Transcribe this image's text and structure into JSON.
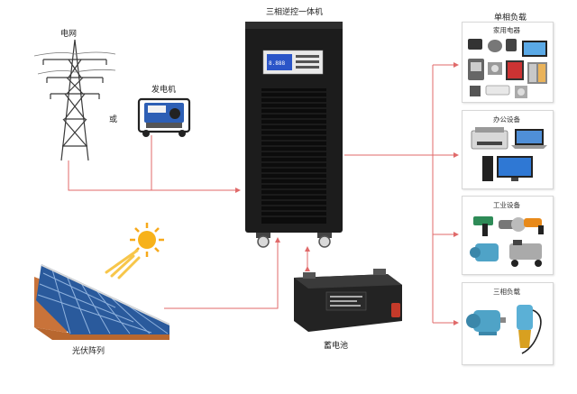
{
  "labels": {
    "grid": "电网",
    "or": "或",
    "generator": "发电机",
    "inverter": "三相逆控一体机",
    "pv": "光伏阵列",
    "battery": "蓄电池"
  },
  "loads": {
    "single_phase_title": "单相负载",
    "household_title": "家用电器",
    "office_title": "办公设备",
    "industrial_title": "工业设备",
    "three_phase_title": "三相负载"
  },
  "colors": {
    "line": "#e06a6a",
    "cabinet": "#1c1c1c",
    "panel": "#2a5a9c",
    "sun": "#f7a91a",
    "box_border": "#d7d7d7"
  },
  "icons": {
    "grid": "power-tower-icon",
    "generator": "generator-icon",
    "inverter": "inverter-cabinet-icon",
    "pv": "solar-panel-icon",
    "sun": "sun-icon",
    "battery": "battery-icon"
  }
}
